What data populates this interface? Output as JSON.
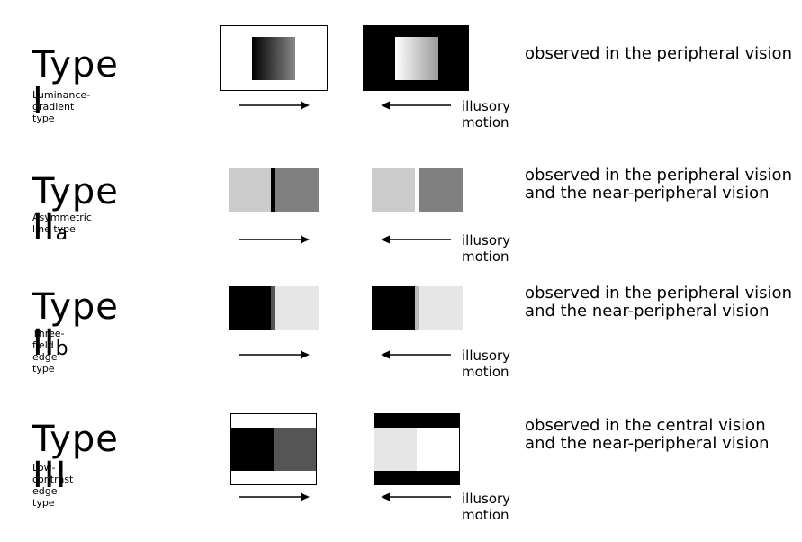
{
  "rows": [
    {
      "id": "type-1",
      "title_main": "Type I",
      "title_suffix": "",
      "subtitle": "Luminance-gradient type",
      "observation": "observed in the peripheral vision",
      "illusory_label": "illusory motion"
    },
    {
      "id": "type-2a",
      "title_main": "Type II",
      "title_suffix": "a",
      "subtitle": "Asymmetric line type",
      "observation": "observed in the peripheral vision and the near-peripheral vision",
      "illusory_label": "illusory motion"
    },
    {
      "id": "type-2b",
      "title_main": "Type II",
      "title_suffix": "b",
      "subtitle": "Three-field edge type",
      "observation": "observed in the peripheral vision and the near-peripheral vision",
      "illusory_label": "illusory motion"
    },
    {
      "id": "type-3",
      "title_main": "Type III",
      "title_suffix": "",
      "subtitle": "Low-contrast edge type",
      "observation": "observed in the central vision and the near-peripheral vision",
      "illusory_label": "illusory motion"
    }
  ],
  "colors": {
    "black": "#000000",
    "white": "#ffffff",
    "light_gray": "#cccccc",
    "mid_gray": "#808080",
    "dark_gray": "#555555",
    "pale_gray": "#e6e6e6",
    "edge_gray_2b_left": "#555555",
    "edge_gray_2b_right": "#bbbbbb"
  }
}
